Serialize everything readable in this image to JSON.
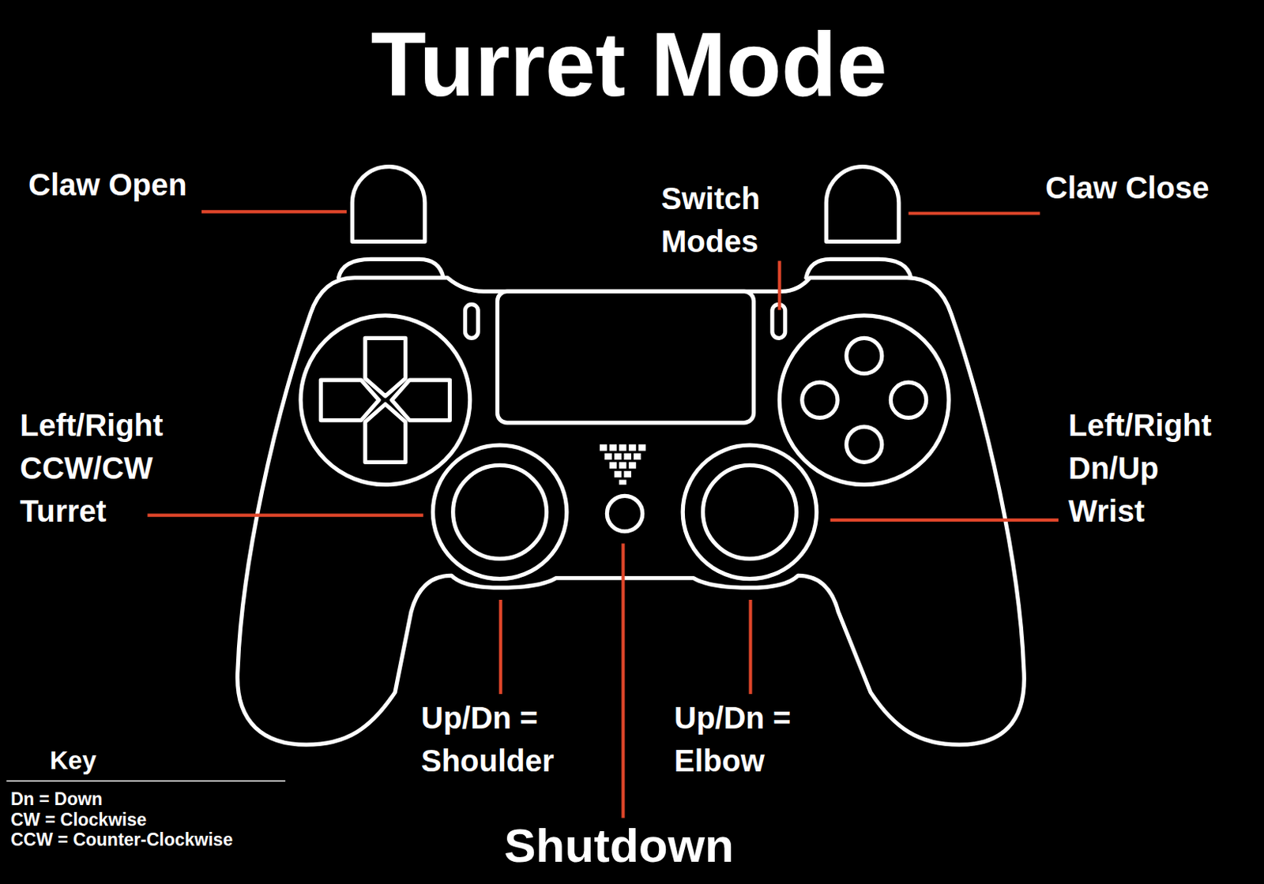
{
  "diagram": {
    "title": "Turret Mode",
    "labels": [
      "Claw Open",
      "Switch Modes",
      "Claw Close",
      "Left/Right CCW/CW Turret",
      "Left/Right Dn/Up Wrist",
      "Up/Dn = Shoulder",
      "Up/Dn = Elbow",
      "Key",
      "Dn = Down",
      "CW = Clockwise",
      "CCW = Counter-Clockwise",
      "Shutdown"
    ]
  }
}
